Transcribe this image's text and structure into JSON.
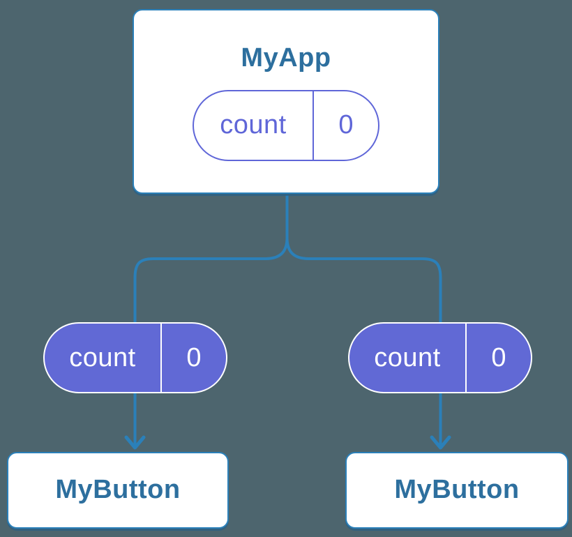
{
  "diagram": {
    "description": "Component tree: parent component holding state passed down to two child components",
    "root": {
      "title": "MyApp",
      "state": {
        "label": "count",
        "value": "0"
      }
    },
    "children": [
      {
        "title": "MyButton",
        "state": {
          "label": "count",
          "value": "0"
        }
      },
      {
        "title": "MyButton",
        "state": {
          "label": "count",
          "value": "0"
        }
      }
    ]
  },
  "colors": {
    "background": "#4d656e",
    "connector_blue": "#2b80b9",
    "card_border_blue": "#2b80b9",
    "title_blue": "#2d6f9e",
    "pill_purple": "#5f66d8",
    "pill_fill_purple": "#6169d5",
    "white": "#ffffff"
  }
}
